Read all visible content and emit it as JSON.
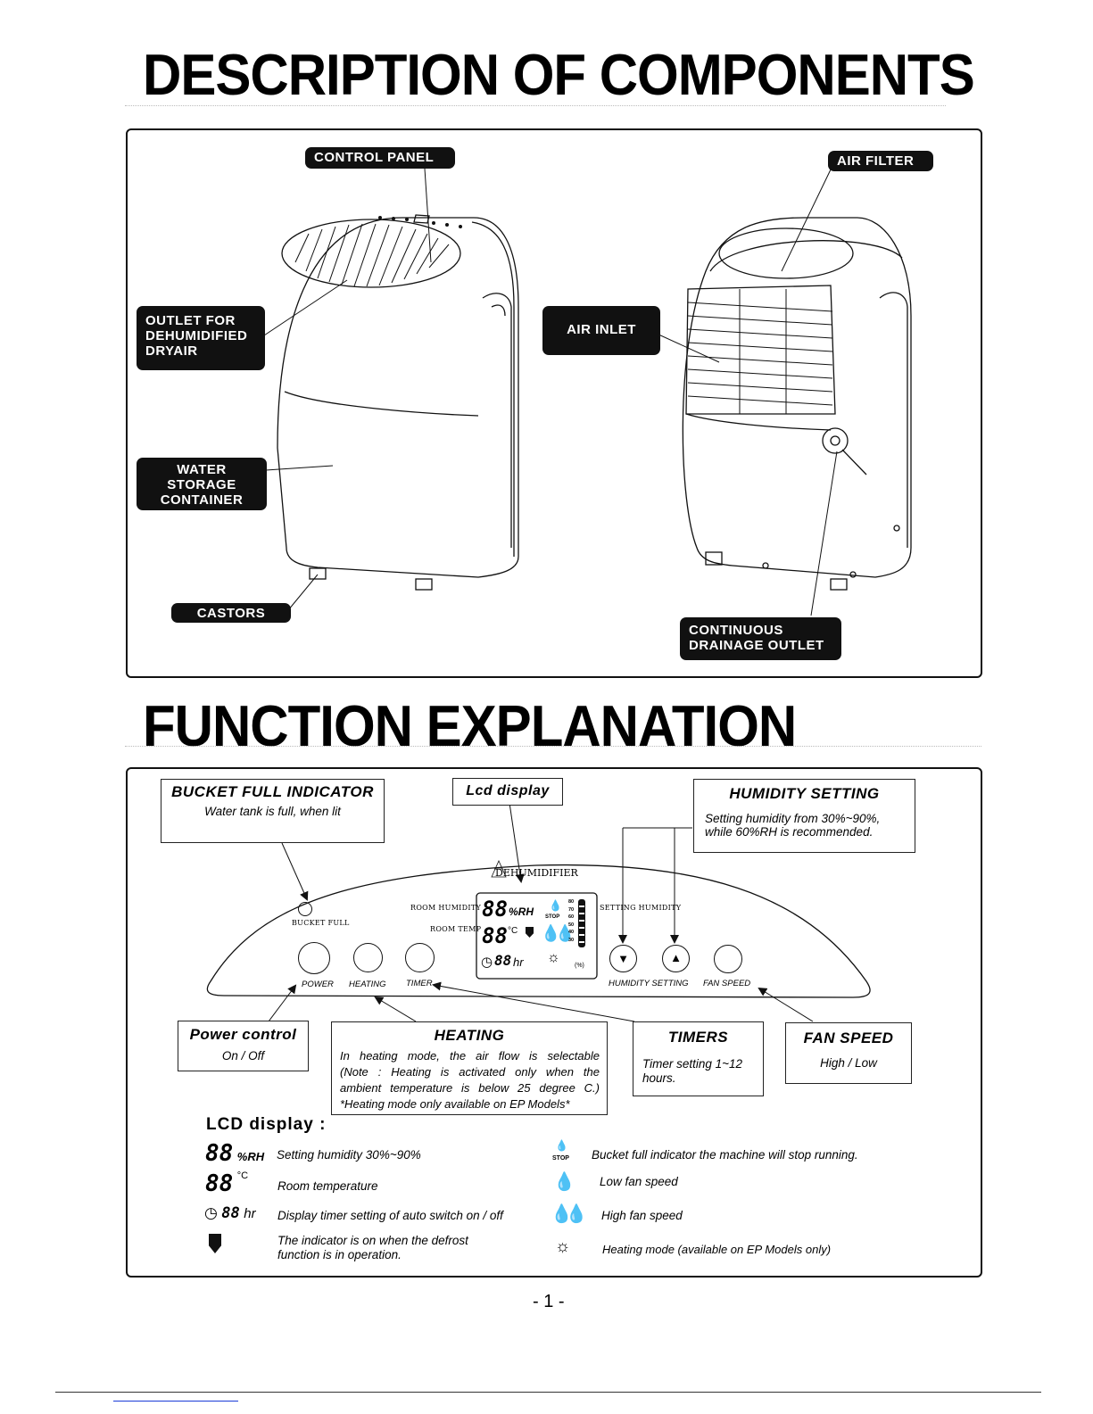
{
  "section1": {
    "title": "DESCRIPTION OF COMPONENTS",
    "labels": {
      "control_panel": "CONTROL PANEL",
      "air_filter": "AIR FILTER",
      "outlet": [
        "OUTLET FOR",
        "DEHUMIDIFIED",
        "DRYAIR"
      ],
      "air_inlet": "AIR INLET",
      "water_storage": [
        "WATER",
        "STORAGE",
        "CONTAINER"
      ],
      "castors": "CASTORS",
      "drainage": [
        "CONTINUOUS",
        "DRAINAGE OUTLET"
      ]
    }
  },
  "section2": {
    "title": "FUNCTION EXPLANATION",
    "callouts": {
      "bucket_full": {
        "title": "BUCKET FULL INDICATOR",
        "body": "Water tank is full, when lit"
      },
      "lcd": {
        "title": "Lcd display"
      },
      "humidity": {
        "title": "HUMIDITY SETTING",
        "body": "Setting humidity from 30%~90%, while 60%RH is recommended."
      },
      "power": {
        "title": "Power control",
        "body": "On / Off"
      },
      "heating": {
        "title": "HEATING",
        "lines": [
          "In heating mode, the air flow is selectable",
          "(Note : Heating is activated only when the",
          "ambient temperature is below 25 degree C.)",
          "*Heating mode only available on EP Models*"
        ]
      },
      "timers": {
        "title": "TIMERS",
        "body": "Timer setting 1~12 hours."
      },
      "fan_speed": {
        "title": "FAN SPEED",
        "body": "High / Low"
      }
    },
    "panel": {
      "brand": "DEHUMIDIFIER",
      "bucket_full": "BUCKET FULL",
      "room_humidity": "ROOM HUMIDITY",
      "room_temp": "ROOM TEMP",
      "setting_humidity": "SETTING HUMIDITY",
      "buttons": {
        "power": "POWER",
        "heating": "HEATING",
        "timer": "TIMER",
        "humidity_setting": "HUMIDITY SETTING",
        "fan_speed": "FAN SPEED"
      },
      "lcd": {
        "digits": "88",
        "rh": "%RH",
        "degc": "°C",
        "hr": "hr",
        "stop": "STOP",
        "scale": [
          "80",
          "70",
          "60",
          "50",
          "40",
          "30"
        ],
        "scale_unit": "(%)"
      }
    },
    "lcd_display": {
      "title": "LCD display :",
      "left": [
        {
          "icon": "88",
          "suffix": "%RH",
          "text": "Setting humidity 30%~90%"
        },
        {
          "icon": "88",
          "suffix": "°C",
          "text": "Room temperature"
        },
        {
          "icon": "88",
          "suffix": "hr",
          "text": "Display timer setting of auto switch on / off"
        },
        {
          "text1": "The indicator is on when the defrost",
          "text2": "function is in operation."
        }
      ],
      "right": [
        {
          "icon_label": "STOP",
          "text": "Bucket full indicator the machine will stop running."
        },
        {
          "text": "Low fan speed"
        },
        {
          "text": "High fan speed"
        },
        {
          "text": "Heating mode (available on EP Models only)"
        }
      ]
    }
  },
  "footer": {
    "page_number": "- 1 -"
  }
}
